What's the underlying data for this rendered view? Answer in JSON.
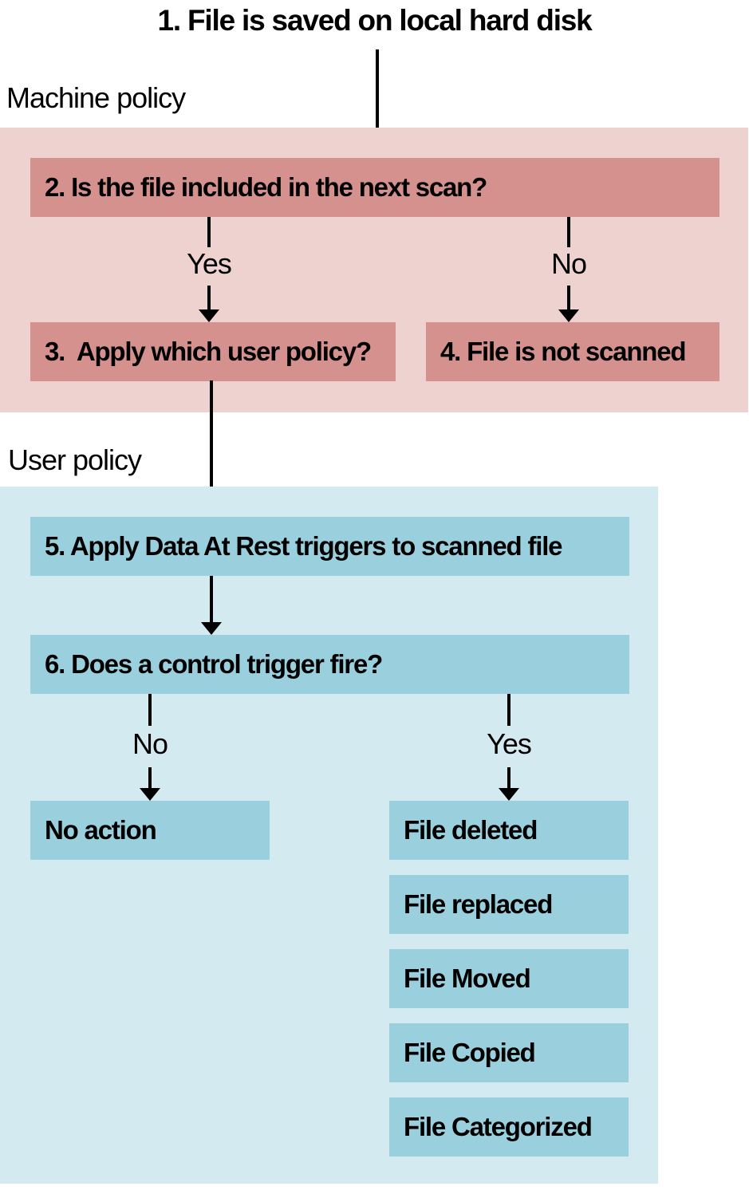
{
  "title": "1. File is saved on local hard disk",
  "colors": {
    "machine_section_bg": "#eed2cf",
    "machine_box_bg": "#d5918e",
    "user_section_bg": "#d4eaf1",
    "user_box_bg": "#9ad0dd",
    "line_color": "#000000",
    "text_color": "#000000"
  },
  "machine_policy": {
    "label": "Machine policy",
    "scan_question": "2. Is the file included in the next scan?",
    "branch_yes": "Yes",
    "branch_no": "No",
    "apply_user_policy": "3.  Apply which user policy?",
    "file_not_scanned": "4. File is not scanned"
  },
  "user_policy": {
    "label": "User policy",
    "apply_triggers": "5. Apply Data At Rest triggers to scanned file",
    "trigger_fire": "6. Does a control trigger fire?",
    "branch_no": "No",
    "branch_yes": "Yes",
    "no_action": "No action",
    "outcomes": [
      "File deleted",
      "File replaced",
      "File Moved",
      "File Copied",
      "File Categorized"
    ]
  }
}
